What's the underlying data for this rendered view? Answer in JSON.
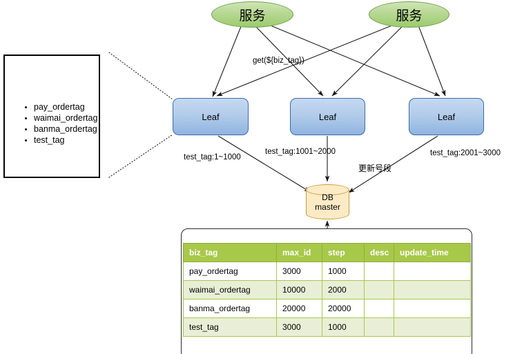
{
  "diagram": {
    "services": [
      {
        "label": "服务"
      },
      {
        "label": "服务"
      }
    ],
    "leaf_nodes": [
      {
        "label": "Leaf"
      },
      {
        "label": "Leaf"
      },
      {
        "label": "Leaf"
      }
    ],
    "database": {
      "line1": "DB",
      "line2": "master"
    },
    "edge_labels": {
      "get_call": "get(${biz_tag})",
      "leaf1_range": "test_tag:1~1000",
      "leaf2_range": "test_tag:1001~2000",
      "leaf3_range": "test_tag:2001~3000",
      "update_segment": "更新号段"
    },
    "tag_box": {
      "items": [
        "pay_ordertag",
        "waimai_ordertag",
        "banma_ordertag",
        "test_tag"
      ]
    },
    "colors": {
      "service_fill": "#9ccb6e",
      "service_border": "#6f9f4a",
      "leaf_fill": "#8fb4e0",
      "leaf_border": "#3a6ba5",
      "db_fill": "#fdebc6",
      "db_border": "#cb9c3c",
      "table_header": "#a8c84a",
      "table_row_alt": "#e8efd6"
    }
  },
  "table": {
    "columns": [
      "biz_tag",
      "max_id",
      "step",
      "desc",
      "update_time"
    ],
    "rows": [
      {
        "biz_tag": "pay_ordertag",
        "max_id": "3000",
        "step": "1000",
        "desc": "",
        "update_time": ""
      },
      {
        "biz_tag": "waimai_ordertag",
        "max_id": "10000",
        "step": "2000",
        "desc": "",
        "update_time": ""
      },
      {
        "biz_tag": "banma_ordertag",
        "max_id": "20000",
        "step": "20000",
        "desc": "",
        "update_time": ""
      },
      {
        "biz_tag": "test_tag",
        "max_id": "3000",
        "step": "1000",
        "desc": "",
        "update_time": ""
      }
    ]
  }
}
